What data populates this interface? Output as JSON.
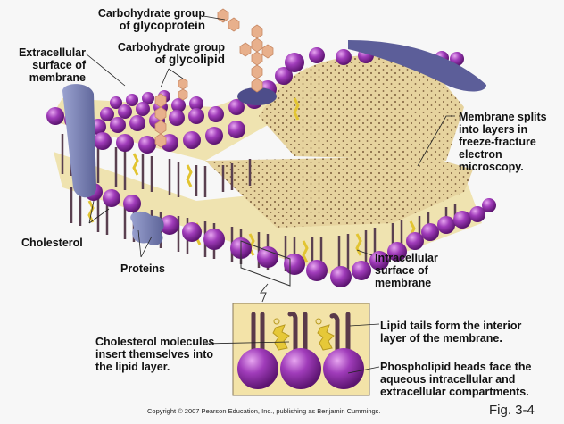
{
  "diagram": {
    "labels": {
      "glycoprotein_carb_line1": "Carbohydrate group",
      "glycoprotein_carb_line2_prefix": "of ",
      "glycoprotein_carb_line2_bold": "glycoprotein",
      "glycolipid_carb_line1": "Carbohydrate group",
      "glycolipid_carb_line2_prefix": "of ",
      "glycolipid_carb_line2_bold": "glycolipid",
      "extracellular_line1": "Extracellular",
      "extracellular_line2": "surface of",
      "extracellular_line3": "membrane",
      "freeze_line1": "Membrane splits",
      "freeze_line2": "into layers in",
      "freeze_line3": "freeze-fracture",
      "freeze_line4": "electron",
      "freeze_line5": "microscopy.",
      "cholesterol": "Cholesterol",
      "proteins": "Proteins",
      "intracellular_line1": "Intracellular",
      "intracellular_line2": "surface of",
      "intracellular_line3": "membrane",
      "chol_molecules_line1": "Cholesterol molecules",
      "chol_molecules_line2": "insert themselves into",
      "chol_molecules_line3": "the lipid layer.",
      "lipid_tails_line1": "Lipid tails form the interior",
      "lipid_tails_line2": "layer of the membrane.",
      "phospho_line1": "Phospholipid heads face the",
      "phospho_line2": "aqueous intracellular and",
      "phospho_line3": "extracellular compartments."
    },
    "copyright": "Copyright © 2007 Pearson Education, Inc., publishing as Benjamin Cummings.",
    "figure_number": "Fig. 3-4",
    "colors": {
      "phospholipid_head": "#8a2aa0",
      "lipid_layer": "#efe3b0",
      "fracture_face": "#e2cf98",
      "protein": "#7e86b8",
      "carbohydrate": "#e8b08c",
      "cholesterol": "#e8cc3a",
      "tail": "#5a4050"
    }
  }
}
